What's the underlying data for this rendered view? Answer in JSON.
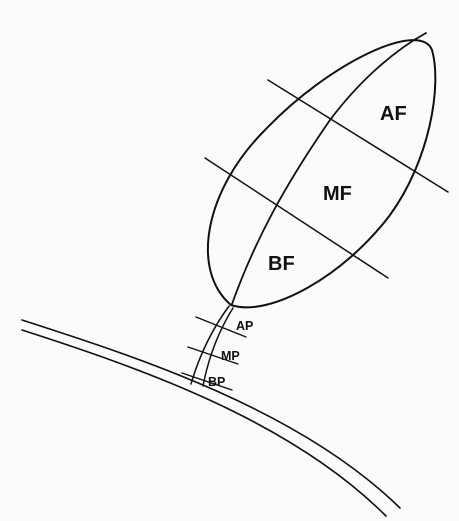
{
  "diagram": {
    "leaf_regions": [
      {
        "id": "apical",
        "label": "AF"
      },
      {
        "id": "middle",
        "label": "MF"
      },
      {
        "id": "basal",
        "label": "BF"
      }
    ],
    "petiole_regions": [
      {
        "id": "apical",
        "label": "AP"
      },
      {
        "id": "middle",
        "label": "MP"
      },
      {
        "id": "basal",
        "label": "BP"
      }
    ],
    "colors": {
      "ink": "#111111",
      "paper": "#fbfbfb"
    }
  }
}
